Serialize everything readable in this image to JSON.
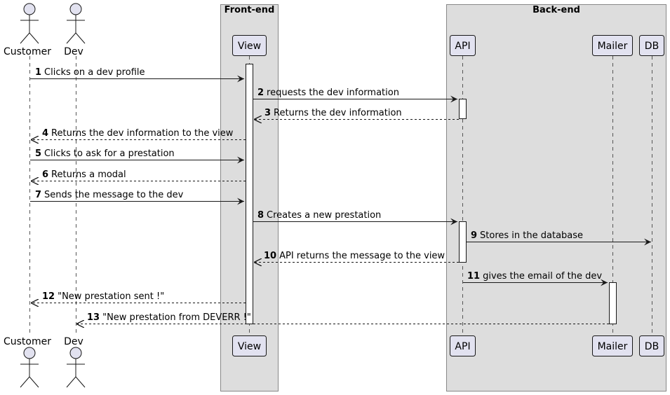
{
  "groups": [
    {
      "id": "frontend",
      "title": "Front-end"
    },
    {
      "id": "backend",
      "title": "Back-end"
    }
  ],
  "actors": [
    {
      "id": "customer",
      "name": "Customer"
    },
    {
      "id": "dev",
      "name": "Dev"
    }
  ],
  "participants": [
    {
      "id": "view",
      "name": "View"
    },
    {
      "id": "api",
      "name": "API"
    },
    {
      "id": "mailer",
      "name": "Mailer"
    },
    {
      "id": "db",
      "name": "DB"
    }
  ],
  "messages": [
    {
      "num": "1",
      "text": "Clicks on a dev profile",
      "from": "customer",
      "to": "view",
      "style": "solid"
    },
    {
      "num": "2",
      "text": "requests the dev information",
      "from": "view",
      "to": "api",
      "style": "solid"
    },
    {
      "num": "3",
      "text": "Returns the dev information",
      "from": "api",
      "to": "view",
      "style": "dashed"
    },
    {
      "num": "4",
      "text": "Returns the dev information to the view",
      "from": "view",
      "to": "customer",
      "style": "dashed"
    },
    {
      "num": "5",
      "text": "Clicks to ask for a prestation",
      "from": "customer",
      "to": "view",
      "style": "solid"
    },
    {
      "num": "6",
      "text": "Returns a modal",
      "from": "view",
      "to": "customer",
      "style": "dashed"
    },
    {
      "num": "7",
      "text": "Sends the message to the dev",
      "from": "customer",
      "to": "view",
      "style": "solid"
    },
    {
      "num": "8",
      "text": "Creates a new prestation",
      "from": "view",
      "to": "api",
      "style": "solid"
    },
    {
      "num": "9",
      "text": "Stores in the database",
      "from": "api",
      "to": "db",
      "style": "solid"
    },
    {
      "num": "10",
      "text": "API returns the message to the view",
      "from": "api",
      "to": "view",
      "style": "dashed"
    },
    {
      "num": "11",
      "text": "gives the email of the dev",
      "from": "api",
      "to": "mailer",
      "style": "solid"
    },
    {
      "num": "12",
      "text": "\"New prestation sent !\"",
      "from": "view",
      "to": "customer",
      "style": "dashed"
    },
    {
      "num": "13",
      "text": "\"New prestation from DEVERR !\"",
      "from": "mailer",
      "to": "dev",
      "style": "dashed"
    }
  ],
  "colors": {
    "group_fill": "#dddddd",
    "group_stroke": "#888888",
    "participant_fill": "#e2e2f0",
    "participant_stroke": "#181818",
    "activation_fill": "#ffffff",
    "line": "#181818",
    "lifeline": "#555555"
  }
}
